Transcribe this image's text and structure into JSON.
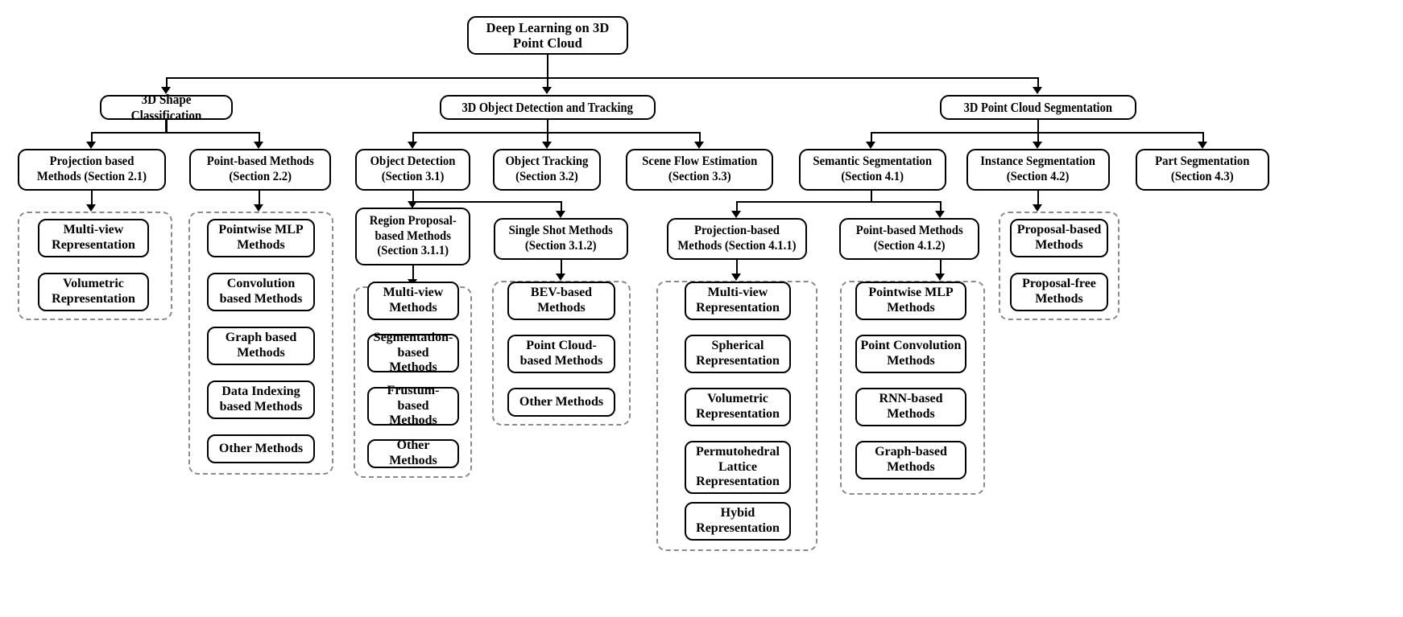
{
  "diagram": {
    "title": "Deep Learning on 3D Point Cloud",
    "root": {
      "label": "Deep Learning on 3D\nPoint Cloud"
    },
    "level2": [
      {
        "label": "3D Shape Classification"
      },
      {
        "label": "3D Object Detection and Tracking"
      },
      {
        "label": "3D Point Cloud Segmentation"
      }
    ],
    "level3": [
      {
        "label": "Projection based\nMethods (Section 2.1)"
      },
      {
        "label": "Point-based Methods\n(Section 2.2)"
      },
      {
        "label": "Object Detection\n(Section 3.1)"
      },
      {
        "label": "Object Tracking\n(Section 3.2)"
      },
      {
        "label": "Scene Flow Estimation\n(Section 3.3)"
      },
      {
        "label": "Semantic Segmentation\n(Section 4.1)"
      },
      {
        "label": "Instance Segmentation\n(Section 4.2)"
      },
      {
        "label": "Part Segmentation\n(Section 4.3)"
      }
    ],
    "level4": [
      {
        "label": "Region Proposal-\nbased Methods\n(Section 3.1.1)"
      },
      {
        "label": "Single Shot Methods\n(Section 3.1.2)"
      },
      {
        "label": "Projection-based\nMethods (Section 4.1.1)"
      },
      {
        "label": "Point-based Methods\n(Section 4.1.2)"
      }
    ],
    "groups": {
      "projection_based_21": [
        {
          "label": "Multi-view\nRepresentation"
        },
        {
          "label": "Volumetric\nRepresentation"
        }
      ],
      "point_based_22": [
        {
          "label": "Pointwise MLP\nMethods"
        },
        {
          "label": "Convolution\nbased Methods"
        },
        {
          "label": "Graph based\nMethods"
        },
        {
          "label": "Data Indexing\nbased Methods"
        },
        {
          "label": "Other Methods"
        }
      ],
      "region_proposal_311": [
        {
          "label": "Multi-view\nMethods"
        },
        {
          "label": "Segmentation-\nbased Methods"
        },
        {
          "label": "Frustum-based\nMethods"
        },
        {
          "label": "Other Methods"
        }
      ],
      "single_shot_312": [
        {
          "label": "BEV-based\nMethods"
        },
        {
          "label": "Point Cloud-\nbased Methods"
        },
        {
          "label": "Other Methods"
        }
      ],
      "projection_based_411": [
        {
          "label": "Multi-view\nRepresentation"
        },
        {
          "label": "Spherical\nRepresentation"
        },
        {
          "label": "Volumetric\nRepresentation"
        },
        {
          "label": "Permutohedral\nLattice\nRepresentation"
        },
        {
          "label": "Hybid\nRepresentation"
        }
      ],
      "point_based_412": [
        {
          "label": "Pointwise MLP\nMethods"
        },
        {
          "label": "Point Convolution\nMethods"
        },
        {
          "label": "RNN-based\nMethods"
        },
        {
          "label": "Graph-based\nMethods"
        }
      ],
      "instance_segmentation_42": [
        {
          "label": "Proposal-based\nMethods"
        },
        {
          "label": "Proposal-free\nMethods"
        }
      ]
    },
    "colors": {
      "node_border": "#000000",
      "group_border": "#8a8a8a",
      "connector": "#000000",
      "background": "#ffffff",
      "text": "#000000"
    }
  }
}
